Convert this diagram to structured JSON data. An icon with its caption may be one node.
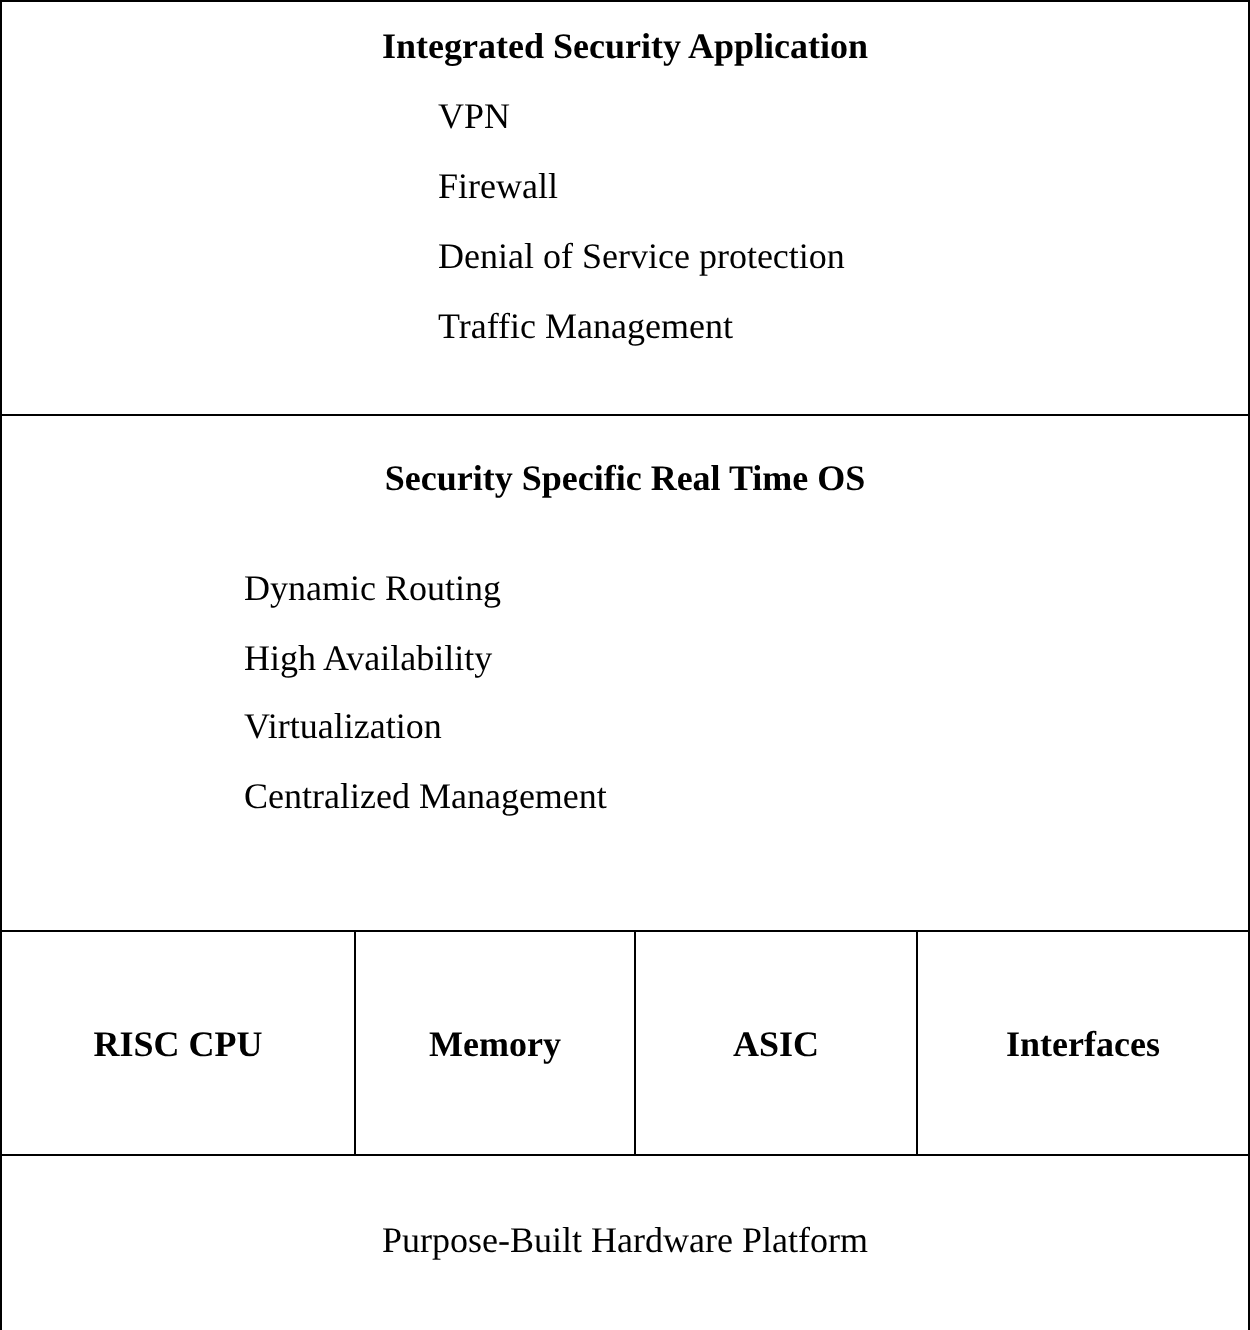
{
  "diagram": {
    "nodes": [
      {
        "text": [
          "Integrated Security Application",
          "VPN",
          "Firewall",
          "Denial of Service protection",
          "Traffic Management"
        ]
      },
      {
        "text": [
          "Security Specific Real Time OS",
          "Dynamic Routing",
          "High Availability",
          "Virtualization",
          "Centralized Management"
        ]
      },
      {
        "text": [
          "RISC CPU"
        ]
      },
      {
        "text": [
          "Memory"
        ]
      },
      {
        "text": [
          "ASIC"
        ]
      },
      {
        "text": [
          "Interfaces"
        ]
      },
      {
        "text": [
          "Purpose-Built Hardware Platform"
        ]
      }
    ]
  }
}
